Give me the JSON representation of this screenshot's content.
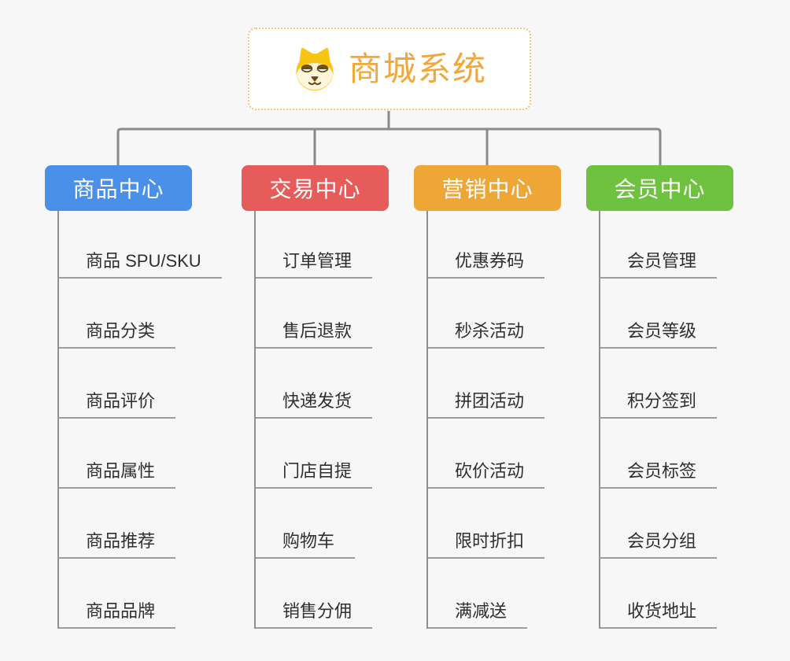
{
  "page": {
    "background": "#f7f7f7",
    "connector_color": "#8a8a8a",
    "underline_color": "#9d9d9d"
  },
  "root": {
    "title": "商城系统",
    "icon": "dog-face-icon",
    "text_color": "#f0a83c",
    "border_color": "#f4c477"
  },
  "branches": [
    {
      "label": "商品中心",
      "color": "#4a90e8",
      "children": [
        "商品 SPU/SKU",
        "商品分类",
        "商品评价",
        "商品属性",
        "商品推荐",
        "商品品牌"
      ]
    },
    {
      "label": "交易中心",
      "color": "#e65c5b",
      "children": [
        "订单管理",
        "售后退款",
        "快递发货",
        "门店自提",
        "购物车",
        "销售分佣"
      ]
    },
    {
      "label": "营销中心",
      "color": "#eea637",
      "children": [
        "优惠券码",
        "秒杀活动",
        "拼团活动",
        "砍价活动",
        "限时折扣",
        "满减送"
      ]
    },
    {
      "label": "会员中心",
      "color": "#6ec23f",
      "children": [
        "会员管理",
        "会员等级",
        "积分签到",
        "会员标签",
        "会员分组",
        "收货地址"
      ]
    }
  ]
}
